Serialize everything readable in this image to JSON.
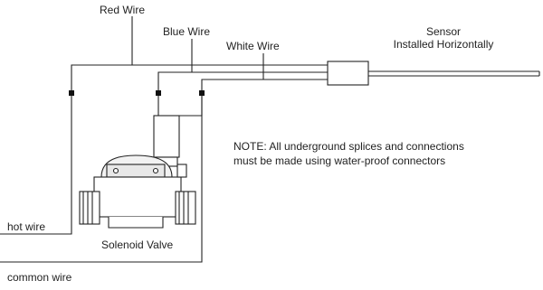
{
  "labels": {
    "red_wire": "Red Wire",
    "blue_wire": "Blue Wire",
    "white_wire": "White Wire",
    "sensor_line1": "Sensor",
    "sensor_line2": "Installed Horizontally",
    "note_line1": "NOTE: All underground splices and connections",
    "note_line2": "must be made using water-proof connectors",
    "hot_wire": "hot wire",
    "common_wire": "common wire",
    "solenoid_valve": "Solenoid Valve"
  },
  "colors": {
    "line": "#222222",
    "fill": "#ffffff",
    "shade": "#e6e6e6"
  }
}
